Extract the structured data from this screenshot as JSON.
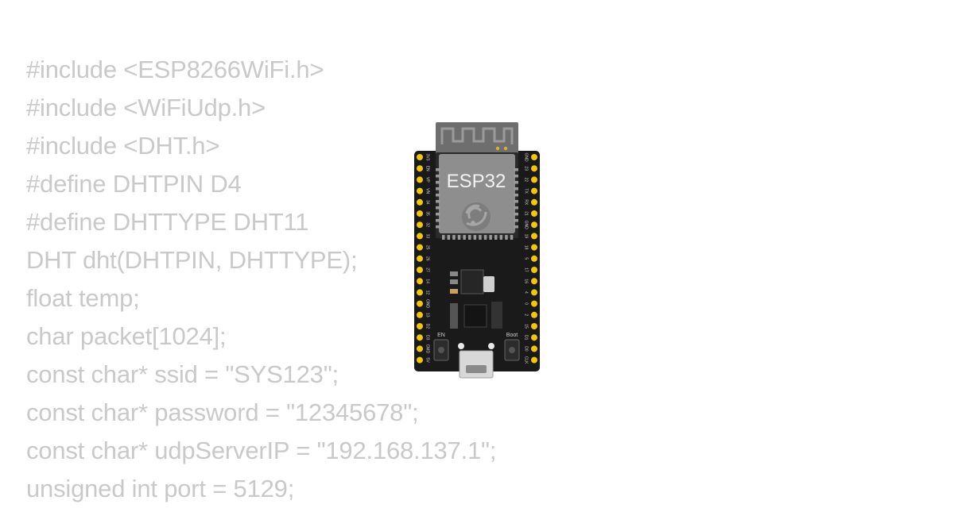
{
  "code_lines": [
    "#include <ESP8266WiFi.h>",
    "#include <WiFiUdp.h>",
    "#include <DHT.h>",
    "#define DHTPIN D4",
    "#define DHTTYPE DHT11",
    "DHT dht(DHTPIN, DHTTYPE);",
    "float temp;",
    "char packet[1024];",
    "const char* ssid = \"SYS123\";",
    "const char* password = \"12345678\";",
    "const char* udpServerIP = \"192.168.137.1\";",
    "unsigned int port = 5129;"
  ],
  "board": {
    "module_label": "ESP32",
    "left_pins": [
      "3V3",
      "EN",
      "VP",
      "VN",
      "34",
      "35",
      "32",
      "33",
      "25",
      "26",
      "27",
      "14",
      "12",
      "GND",
      "13",
      "D2",
      "D3",
      "CMD",
      "5V"
    ],
    "right_pins": [
      "GND",
      "23",
      "22",
      "TX",
      "RX",
      "21",
      "GND",
      "19",
      "18",
      "5",
      "17",
      "16",
      "4",
      "0",
      "2",
      "15",
      "D1",
      "D0",
      "CLK"
    ],
    "button_left_label": "EN",
    "button_right_label": "Boot",
    "colors": {
      "code_text": "#c9c9c9",
      "pcb": "#1a1a1a",
      "module": "#8e8e8e",
      "antenna": "#6e6e6e",
      "pin": "#f2c70a",
      "silkscreen": "#cfcfcf"
    }
  }
}
